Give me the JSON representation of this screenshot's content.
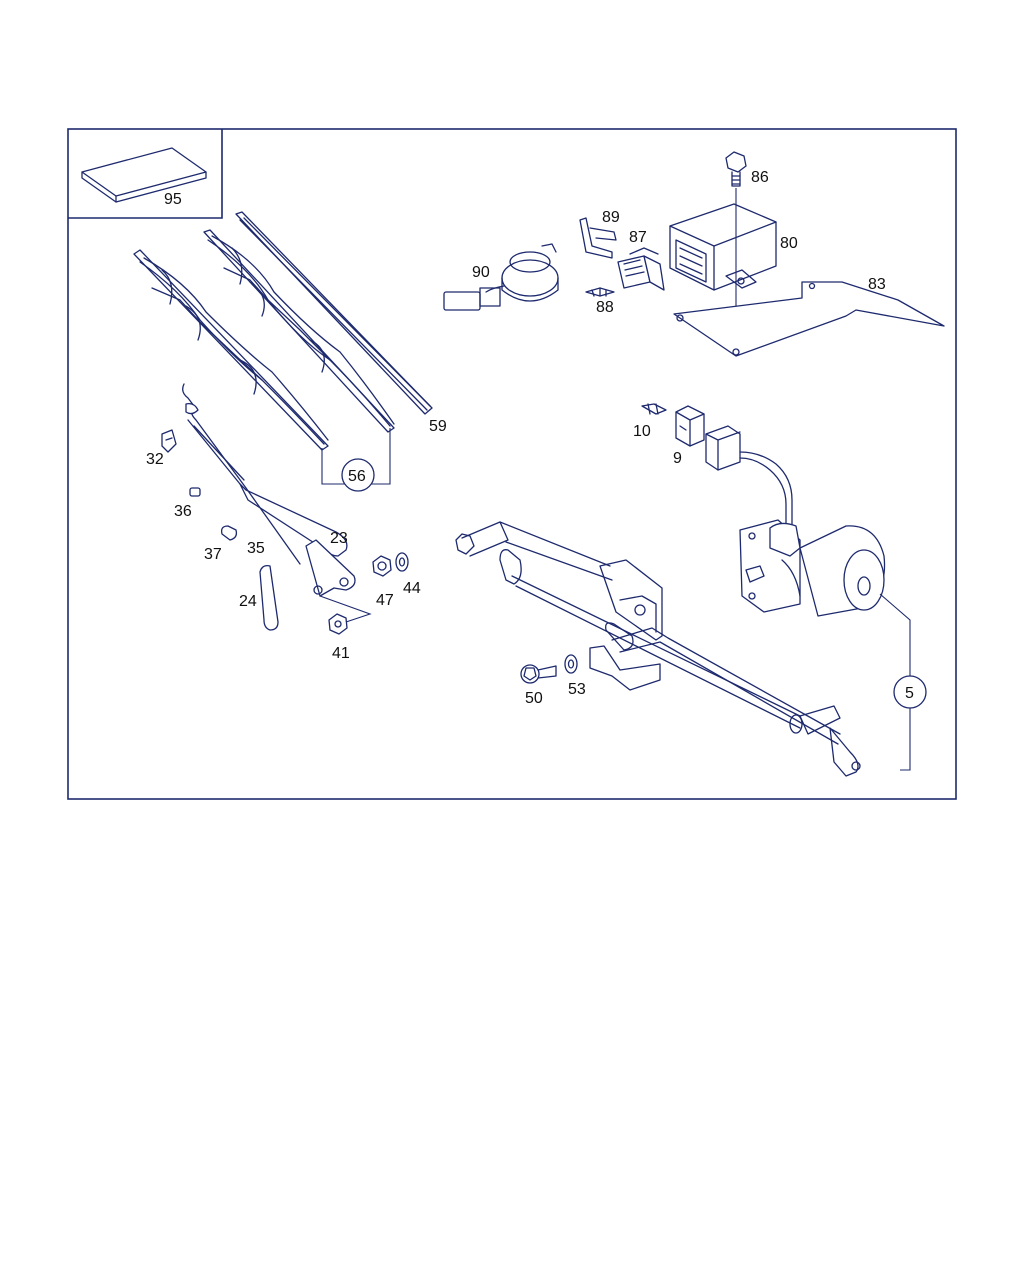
{
  "colors": {
    "line": "#1e2a6e",
    "text": "#111111",
    "background": "#ffffff"
  },
  "callouts": {
    "c95": "95",
    "c86": "86",
    "c89": "89",
    "c87": "87",
    "c80": "80",
    "c90": "90",
    "c88": "88",
    "c83": "83",
    "c59": "59",
    "c56": "56",
    "c32": "32",
    "c36": "36",
    "c37": "37",
    "c35": "35",
    "c23": "23",
    "c24": "24",
    "c47": "47",
    "c44": "44",
    "c41": "41",
    "c10": "10",
    "c9": "9",
    "c50": "50",
    "c53": "53",
    "c5": "5"
  }
}
